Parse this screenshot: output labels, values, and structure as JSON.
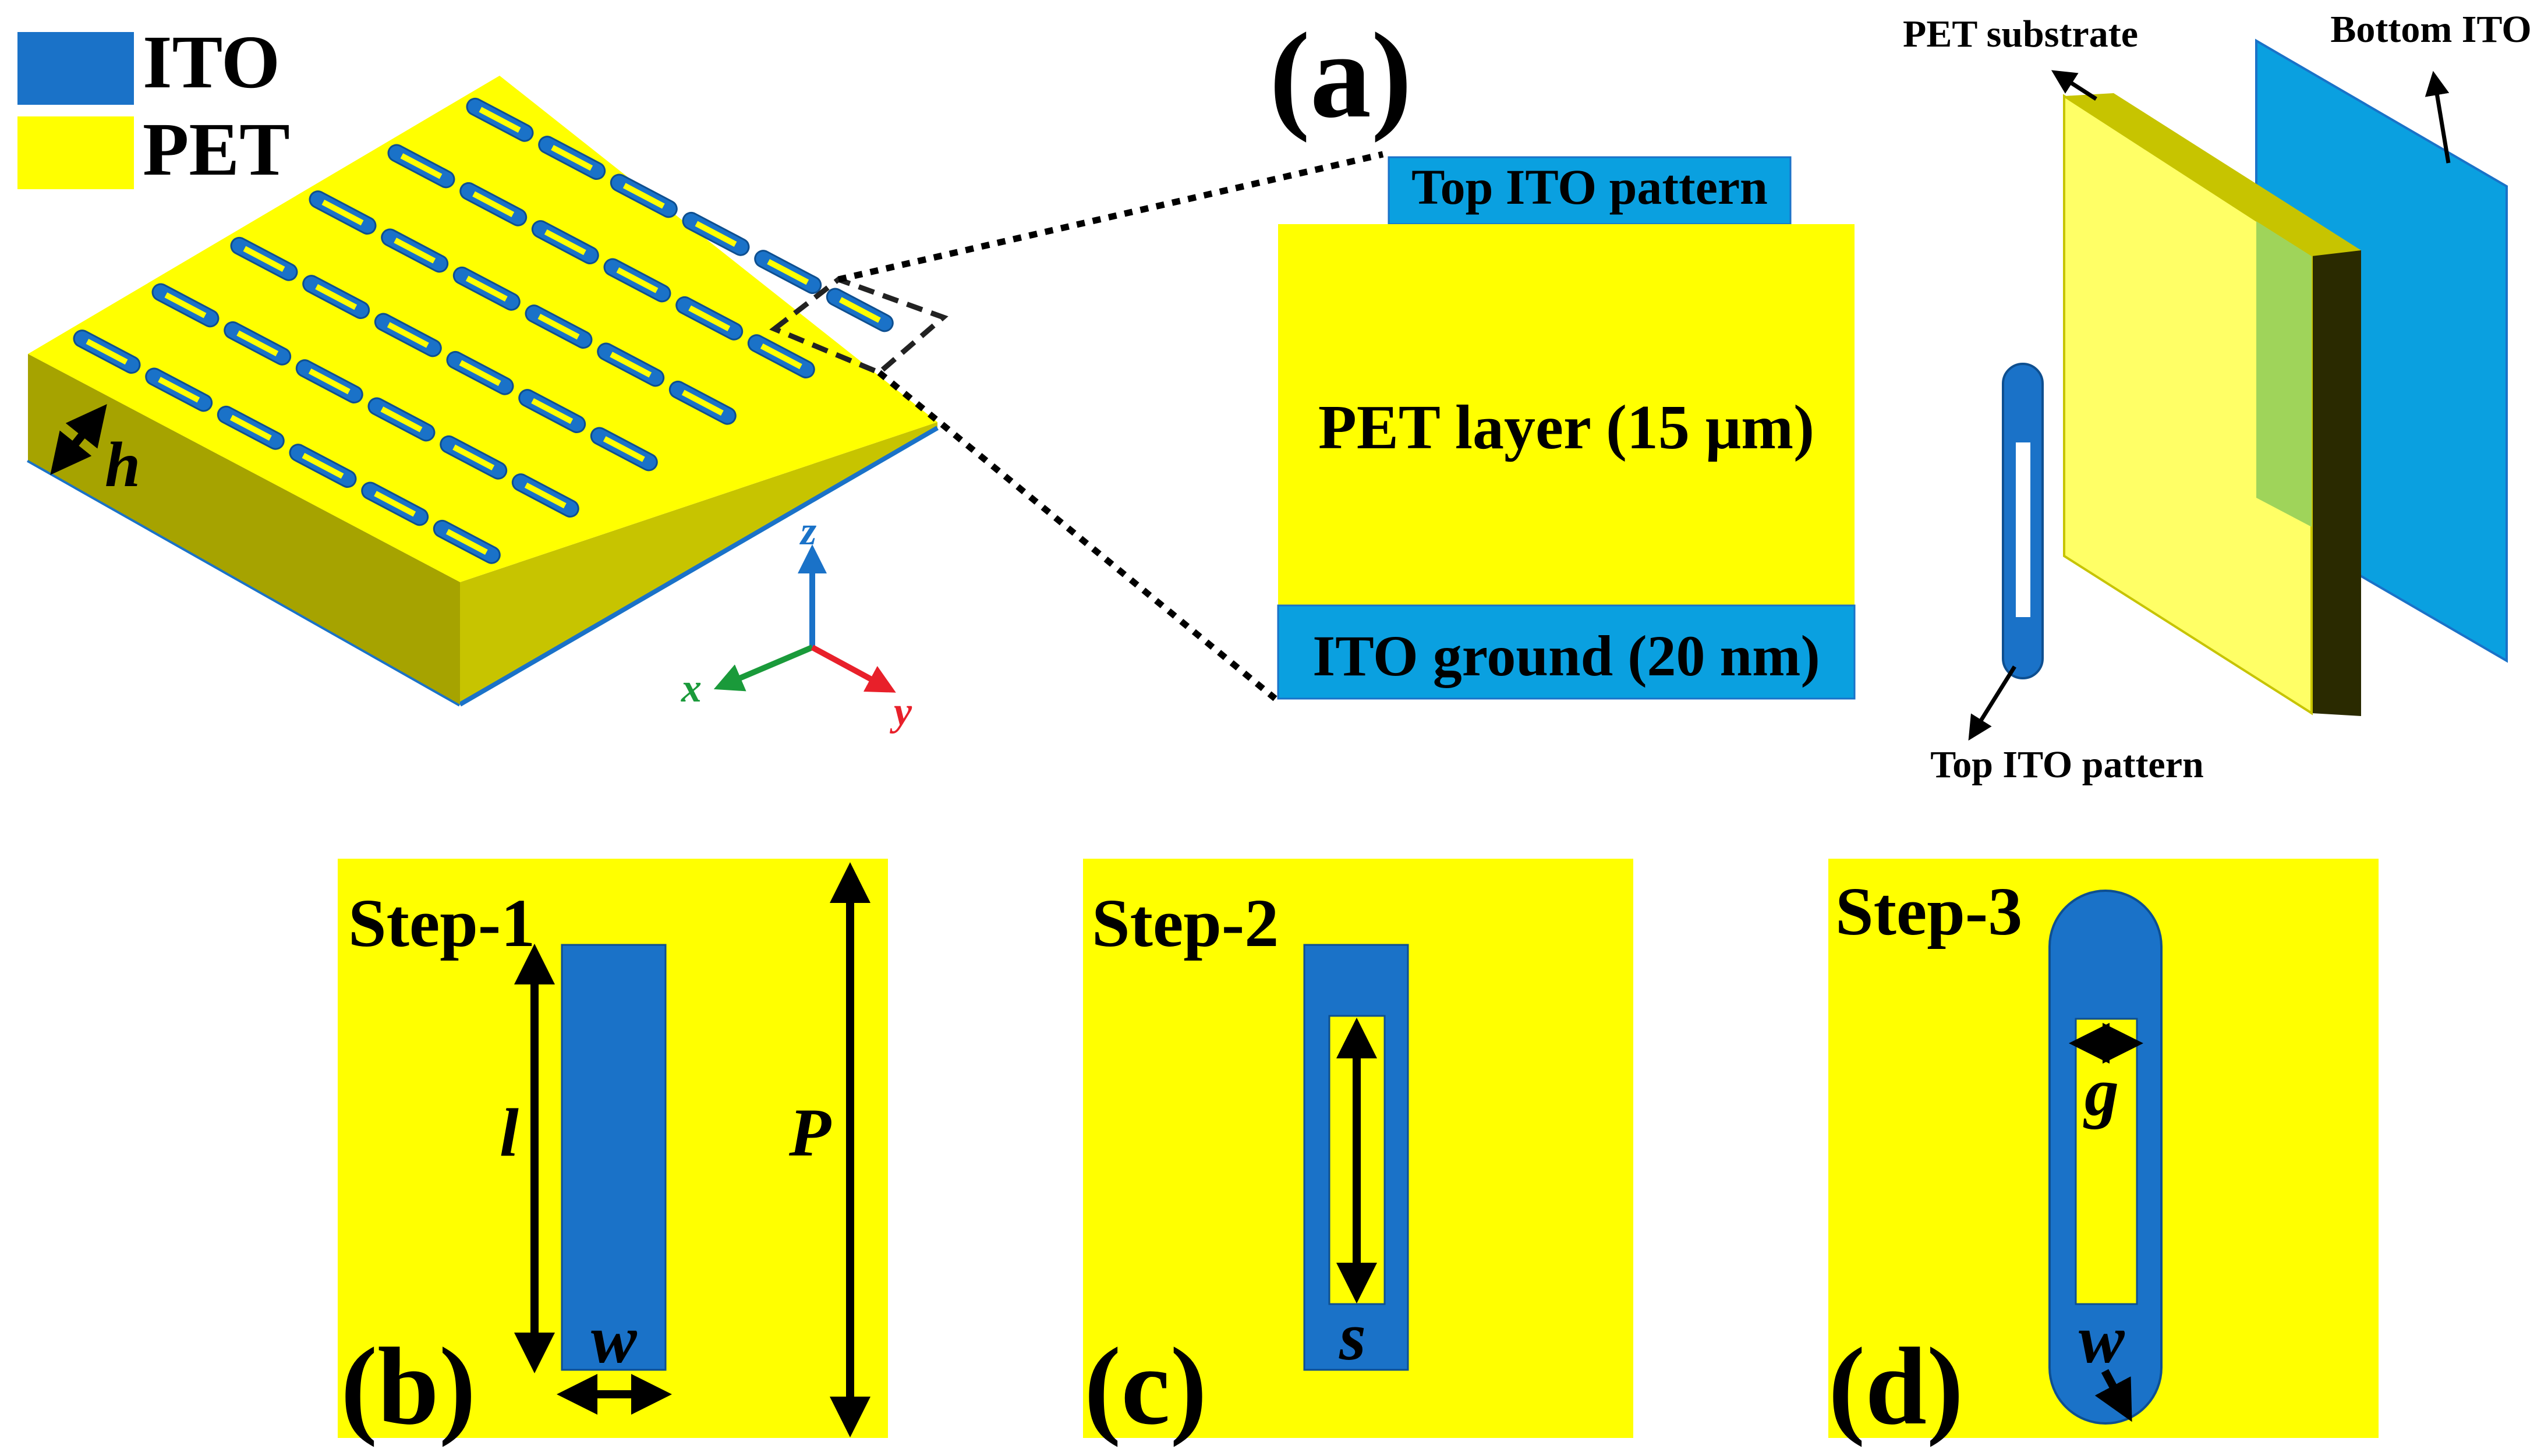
{
  "legend": {
    "items": [
      {
        "label": "ITO",
        "color": "#1a72c8"
      },
      {
        "label": "PET",
        "color": "#ffff00"
      }
    ]
  },
  "panel_a": {
    "label": "(a)",
    "h_label": "h",
    "axes": {
      "x": "x",
      "y": "y",
      "z": "z"
    },
    "cross_section": {
      "top": "Top ITO pattern",
      "middle": "PET layer (15 μm)",
      "bottom": "ITO ground (20 nm)"
    },
    "exploded": {
      "pet_substrate": "PET substrate",
      "bottom_ito": "Bottom ITO",
      "top_pattern": "Top ITO pattern"
    }
  },
  "panel_b": {
    "label": "(b)",
    "step": "Step-1",
    "l": "l",
    "P": "P",
    "w": "w"
  },
  "panel_c": {
    "label": "(c)",
    "step": "Step-2",
    "s": "s"
  },
  "panel_d": {
    "label": "(d)",
    "step": "Step-3",
    "g": "g",
    "w": "w"
  },
  "colors": {
    "ito": "#1a72c8",
    "ito_light": "#0aa0e0",
    "pet": "#ffff00",
    "pet_side": "#a6a300",
    "pet_front": "#c7c400",
    "x_axis": "#1a9a3a",
    "y_axis": "#e8202a",
    "z_axis": "#1a72c8"
  }
}
